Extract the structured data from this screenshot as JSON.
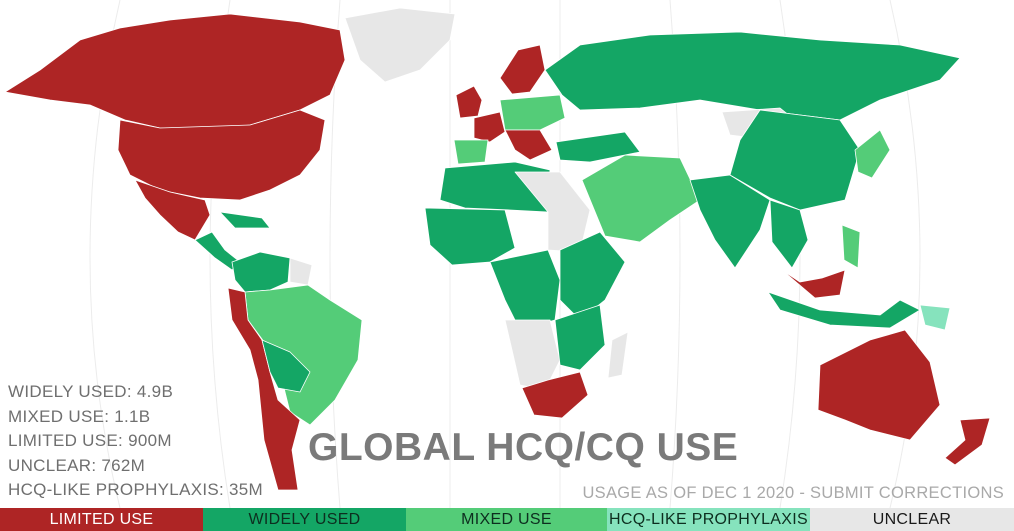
{
  "map": {
    "title": "GLOBAL HCQ/CQ USE",
    "subtitle": "USAGE AS OF DEC 1 2020 - SUBMIT CORRECTIONS",
    "stats": [
      "WIDELY USED: 4.9B",
      "MIXED USE: 1.1B",
      "LIMITED USE: 900M",
      "UNCLEAR: 762M",
      "HCQ-LIKE PROPHYLAXIS: 35M"
    ]
  },
  "colors": {
    "limited_use": "#ae2525",
    "widely_used": "#14a665",
    "mixed_use": "#54cc78",
    "hcq_like_prophylaxis": "#86e3bd",
    "unclear": "#e7e7e7"
  },
  "legend": [
    {
      "label": "LIMITED USE",
      "color": "#ae2525",
      "text_color": "#ffffff",
      "key": "limited_use"
    },
    {
      "label": "WIDELY USED",
      "color": "#14a665",
      "text_color": "#0d2e1f",
      "key": "widely_used"
    },
    {
      "label": "MIXED USE",
      "color": "#54cc78",
      "text_color": "#0d2e1f",
      "key": "mixed_use"
    },
    {
      "label": "HCQ-LIKE PROPHYLAXIS",
      "color": "#86e3bd",
      "text_color": "#0d2e1f",
      "key": "hcq_like_prophylaxis"
    },
    {
      "label": "UNCLEAR",
      "color": "#e7e7e7",
      "text_color": "#1a1a1a",
      "key": "unclear"
    }
  ],
  "regions": [
    {
      "name": "canada-alaska",
      "category": "limited_use"
    },
    {
      "name": "usa",
      "category": "limited_use"
    },
    {
      "name": "mexico",
      "category": "limited_use"
    },
    {
      "name": "greenland",
      "category": "unclear"
    },
    {
      "name": "cuba-caribbean",
      "category": "widely_used"
    },
    {
      "name": "central-america",
      "category": "widely_used"
    },
    {
      "name": "colombia-venezuela",
      "category": "widely_used"
    },
    {
      "name": "guianas",
      "category": "unclear"
    },
    {
      "name": "brazil",
      "category": "mixed_use"
    },
    {
      "name": "peru-chile-argentina",
      "category": "limited_use"
    },
    {
      "name": "bolivia-paraguay",
      "category": "widely_used"
    },
    {
      "name": "uk-ireland",
      "category": "limited_use"
    },
    {
      "name": "france-benelux",
      "category": "limited_use"
    },
    {
      "name": "scandinavia",
      "category": "limited_use"
    },
    {
      "name": "iberia",
      "category": "mixed_use"
    },
    {
      "name": "central-europe",
      "category": "mixed_use"
    },
    {
      "name": "italy-balkans",
      "category": "limited_use"
    },
    {
      "name": "russia",
      "category": "widely_used"
    },
    {
      "name": "kazakhstan",
      "category": "unclear"
    },
    {
      "name": "north-africa",
      "category": "widely_used"
    },
    {
      "name": "libya-sudan",
      "category": "unclear"
    },
    {
      "name": "west-africa",
      "category": "widely_used"
    },
    {
      "name": "central-africa",
      "category": "widely_used"
    },
    {
      "name": "east-africa",
      "category": "widely_used"
    },
    {
      "name": "angola-namibia",
      "category": "unclear"
    },
    {
      "name": "mozambique-zimbabwe",
      "category": "widely_used"
    },
    {
      "name": "south-africa",
      "category": "limited_use"
    },
    {
      "name": "madagascar",
      "category": "unclear"
    },
    {
      "name": "arabia-iran",
      "category": "mixed_use"
    },
    {
      "name": "middle-east",
      "category": "widely_used"
    },
    {
      "name": "india-pakistan",
      "category": "widely_used"
    },
    {
      "name": "china-mongolia",
      "category": "widely_used"
    },
    {
      "name": "japan-korea",
      "category": "mixed_use"
    },
    {
      "name": "southeast-asia",
      "category": "widely_used"
    },
    {
      "name": "philippines",
      "category": "mixed_use"
    },
    {
      "name": "malaysia",
      "category": "limited_use"
    },
    {
      "name": "indonesia",
      "category": "widely_used"
    },
    {
      "name": "papua-new-guinea",
      "category": "hcq_like_prophylaxis"
    },
    {
      "name": "australia",
      "category": "limited_use"
    },
    {
      "name": "new-zealand",
      "category": "limited_use"
    }
  ]
}
